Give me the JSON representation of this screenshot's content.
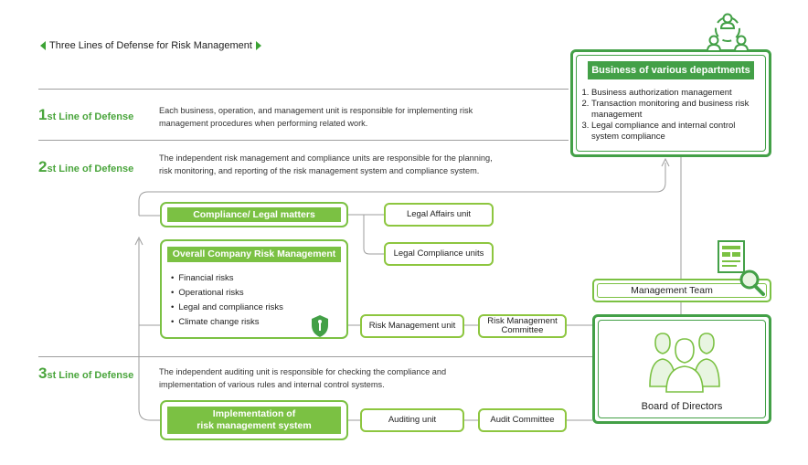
{
  "title": "Three Lines of Defense for Risk Management",
  "lines": [
    {
      "num": "1",
      "suffix": "st Line of Defense",
      "desc": [
        "Each business, operation, and management unit is responsible for implementing risk",
        "management procedures when performing related work."
      ]
    },
    {
      "num": "2",
      "suffix": "st Line of Defense",
      "desc": [
        "The independent risk management and compliance units are responsible for the planning,",
        "risk monitoring, and reporting of the risk management system and compliance system."
      ]
    },
    {
      "num": "3",
      "suffix": "st Line of Defense",
      "desc": [
        "The independent auditing unit is responsible for checking the compliance and",
        "implementation of various rules and internal control systems."
      ]
    }
  ],
  "business": {
    "title": "Business of various departments",
    "items": [
      "Business authorization management",
      "Transaction monitoring and business risk management",
      "Legal compliance and internal control system compliance"
    ]
  },
  "compliance": "Compliance/ Legal matters",
  "risk_mgmt": {
    "title": "Overall Company Risk Management",
    "items": [
      "Financial risks",
      "Operational risks",
      "Legal and compliance risks",
      "Climate change risks"
    ]
  },
  "legal_affairs": "Legal Affairs unit",
  "legal_compliance": "Legal Compliance units",
  "risk_unit": "Risk Management unit",
  "risk_committee": [
    "Risk Management",
    "Committee"
  ],
  "management_team": "Management Team",
  "board": "Board of Directors",
  "implementation": [
    "Implementation of",
    "risk management system"
  ],
  "auditing_unit": "Auditing unit",
  "audit_committee": "Audit Committee",
  "colors": {
    "accent": "#7bc143",
    "dark": "#43a047",
    "heading": "#4aa53c"
  }
}
